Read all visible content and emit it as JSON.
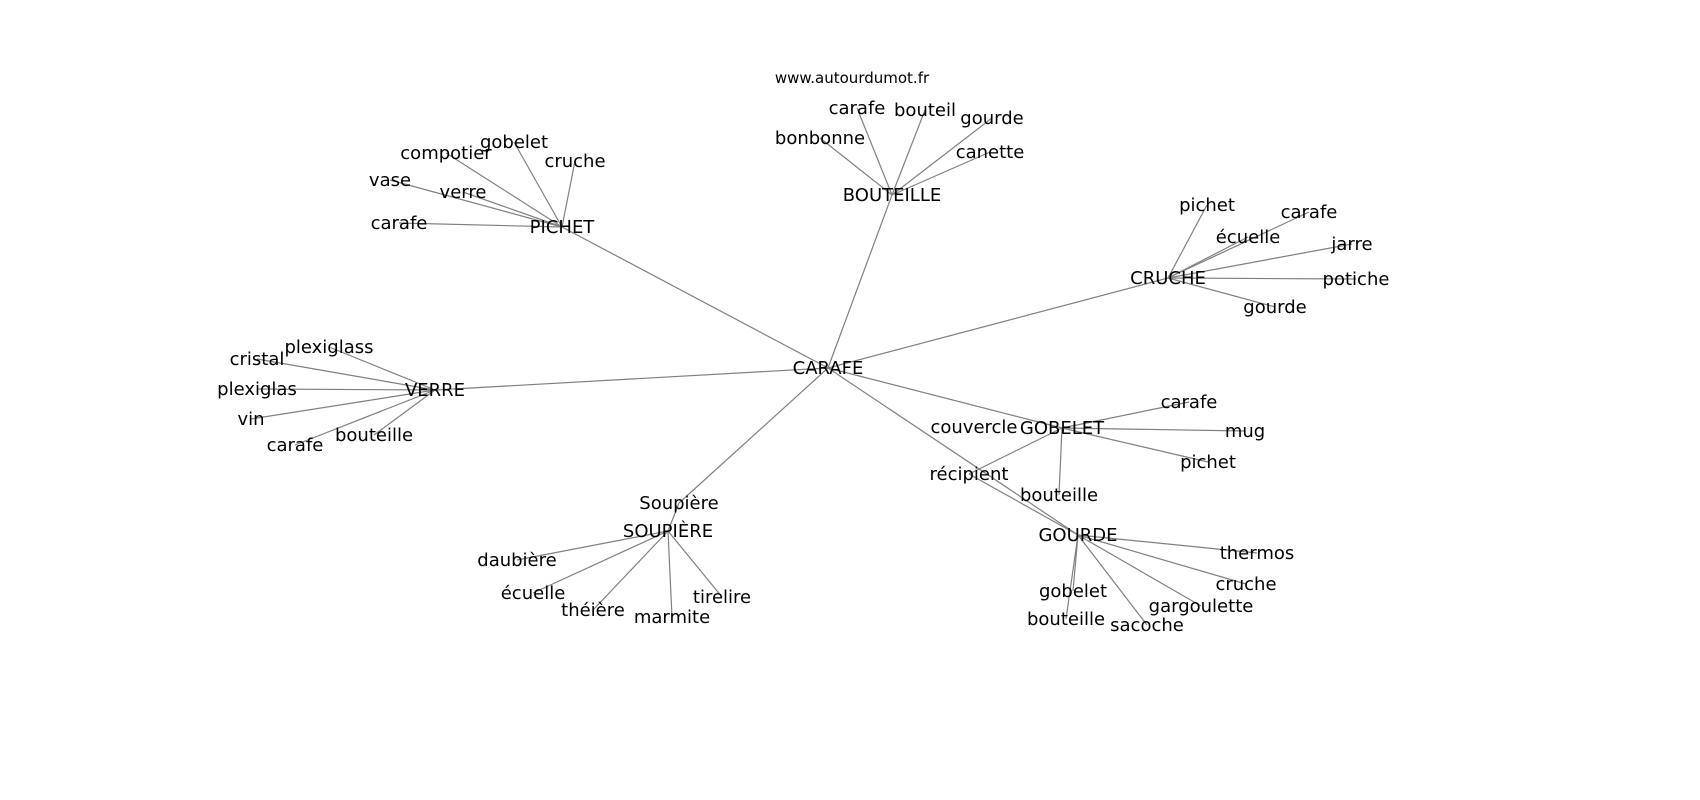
{
  "source": "www.autourdumot.fr",
  "edge_color": "#808080",
  "center": "CARAFE",
  "nodes": {
    "carafe_root": "CARAFE",
    "pichet": "PICHET",
    "bouteille": "BOUTEILLE",
    "cruche": "CRUCHE",
    "verre": "VERRE",
    "gobelet": "GOBELET",
    "gourde": "GOURDE",
    "soupiere_up": "SOUPIÈRE",
    "soupiere_word": "Soupière",
    "recipient": "récipient",
    "couvercle": "couvercle",
    "p_compotier": "compotier",
    "p_gobelet": "gobelet",
    "p_cruche": "cruche",
    "p_vase": "vase",
    "p_verre": "verre",
    "p_carafe": "carafe",
    "b_carafe": "carafe",
    "b_bouteil": "bouteil",
    "b_gourde": "gourde",
    "b_bonbonne": "bonbonne",
    "b_canette": "canette",
    "c_pichet": "pichet",
    "c_carafe": "carafe",
    "c_ecuelle": "écuelle",
    "c_jarre": "jarre",
    "c_potiche": "potiche",
    "c_gourde": "gourde",
    "v_plexiglass": "plexiglass",
    "v_cristal": "cristal",
    "v_plexiglas": "plexiglas",
    "v_vin": "vin",
    "v_bouteille": "bouteille",
    "v_carafe": "carafe",
    "g_carafe": "carafe",
    "g_mug": "mug",
    "g_pichet": "pichet",
    "g_bouteille": "bouteille",
    "gd_thermos": "thermos",
    "gd_cruche": "cruche",
    "gd_gargoulette": "gargoulette",
    "gd_gobelet": "gobelet",
    "gd_bouteille": "bouteille",
    "gd_sacoche": "sacoche",
    "s_daubiere": "daubière",
    "s_ecuelle": "écuelle",
    "s_theiere": "théière",
    "s_marmite": "marmite",
    "s_tirelire": "tirelire"
  },
  "edges": [
    [
      "carafe_root",
      "pichet"
    ],
    [
      "carafe_root",
      "bouteille"
    ],
    [
      "carafe_root",
      "cruche"
    ],
    [
      "carafe_root",
      "verre"
    ],
    [
      "carafe_root",
      "gobelet"
    ],
    [
      "carafe_root",
      "gourde"
    ],
    [
      "carafe_root",
      "soupiere_word"
    ],
    [
      "pichet",
      "p_compotier"
    ],
    [
      "pichet",
      "p_gobelet"
    ],
    [
      "pichet",
      "p_cruche"
    ],
    [
      "pichet",
      "p_vase"
    ],
    [
      "pichet",
      "p_verre"
    ],
    [
      "pichet",
      "p_carafe"
    ],
    [
      "bouteille",
      "b_carafe"
    ],
    [
      "bouteille",
      "b_bouteil"
    ],
    [
      "bouteille",
      "b_gourde"
    ],
    [
      "bouteille",
      "b_bonbonne"
    ],
    [
      "bouteille",
      "b_canette"
    ],
    [
      "cruche",
      "c_pichet"
    ],
    [
      "cruche",
      "c_carafe"
    ],
    [
      "cruche",
      "c_ecuelle"
    ],
    [
      "cruche",
      "c_jarre"
    ],
    [
      "cruche",
      "c_potiche"
    ],
    [
      "cruche",
      "c_gourde"
    ],
    [
      "verre",
      "v_plexiglass"
    ],
    [
      "verre",
      "v_cristal"
    ],
    [
      "verre",
      "v_plexiglas"
    ],
    [
      "verre",
      "v_vin"
    ],
    [
      "verre",
      "v_bouteille"
    ],
    [
      "verre",
      "v_carafe"
    ],
    [
      "gobelet",
      "g_carafe"
    ],
    [
      "gobelet",
      "g_mug"
    ],
    [
      "gobelet",
      "g_pichet"
    ],
    [
      "gobelet",
      "g_bouteille"
    ],
    [
      "gobelet",
      "recipient"
    ],
    [
      "gourde",
      "recipient"
    ],
    [
      "gourde",
      "gd_thermos"
    ],
    [
      "gourde",
      "gd_cruche"
    ],
    [
      "gourde",
      "gd_gargoulette"
    ],
    [
      "gourde",
      "gd_gobelet"
    ],
    [
      "gourde",
      "gd_bouteille"
    ],
    [
      "gourde",
      "gd_sacoche"
    ],
    [
      "soupiere_word",
      "soupiere_up"
    ],
    [
      "soupiere_up",
      "s_daubiere"
    ],
    [
      "soupiere_up",
      "s_ecuelle"
    ],
    [
      "soupiere_up",
      "s_theiere"
    ],
    [
      "soupiere_up",
      "s_marmite"
    ],
    [
      "soupiere_up",
      "s_tirelire"
    ]
  ]
}
